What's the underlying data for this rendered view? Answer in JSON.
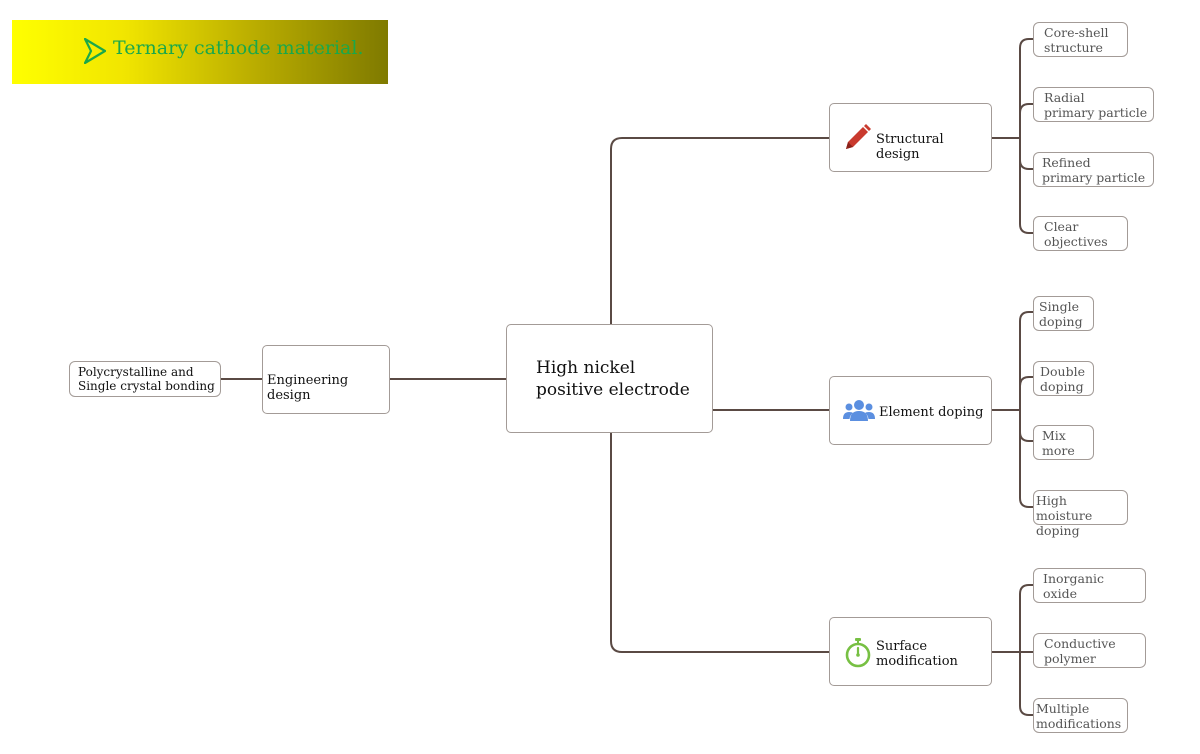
{
  "banner": {
    "title": "Ternary cathode material.",
    "arrow_icon": "arrow-right-icon",
    "colors": {
      "title": "#1aa84a",
      "gradient_start": "#ffff00",
      "gradient_end": "#7f7a00"
    }
  },
  "center": {
    "label": "High nickel\npositive electrode"
  },
  "left": {
    "branch": "Engineering design",
    "leaf": "Polycrystalline and\nSingle crystal bonding"
  },
  "right": [
    {
      "branch": "Structural design",
      "icon": "pencil-icon",
      "icon_color": "#c93a2e",
      "leaves": [
        "Core-shell\nstructure",
        "Radial\nprimary particle",
        "Refined\nprimary particle",
        "Clear\nobjectives"
      ]
    },
    {
      "branch": "Element doping",
      "icon": "people-icon",
      "icon_color": "#5b8fe0",
      "leaves": [
        "Single\ndoping",
        "Double\ndoping",
        "Mix\nmore",
        "High moisture\ndoping"
      ]
    },
    {
      "branch": "Surface\nmodification",
      "icon": "stopwatch-icon",
      "icon_color": "#77c043",
      "leaves": [
        "Inorganic\noxide",
        "Conductive\npolymer",
        "Multiple\nmodifications"
      ]
    }
  ],
  "line_color": "#5a4a44"
}
